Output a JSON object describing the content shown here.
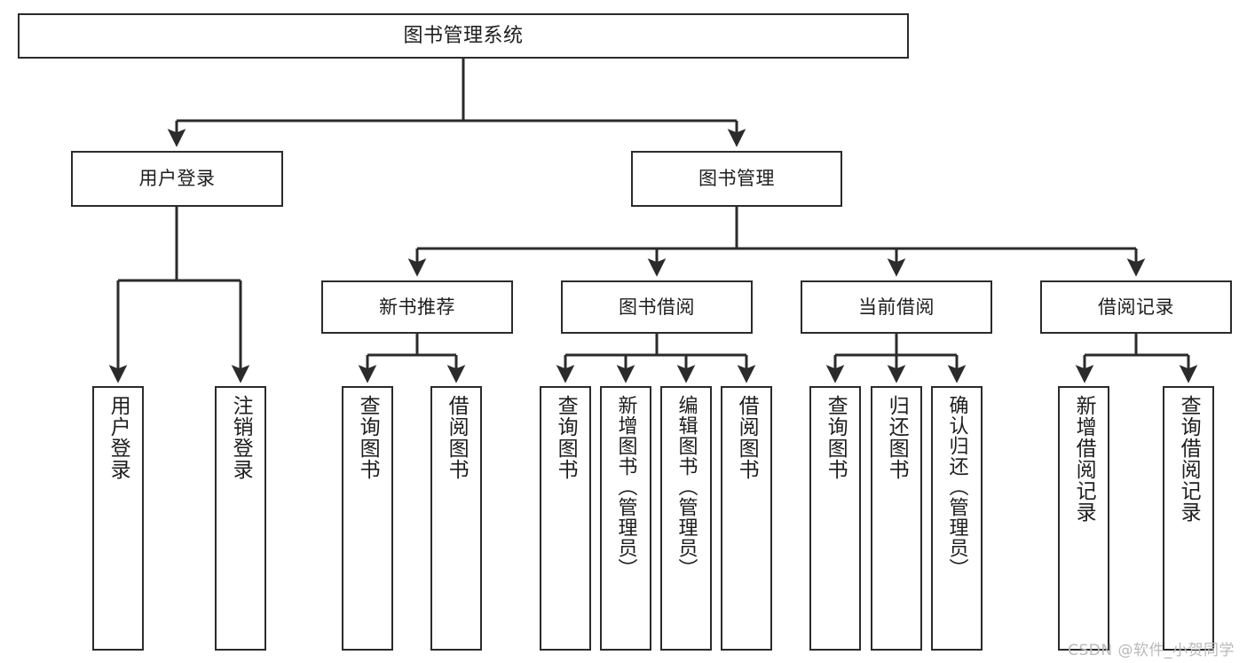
{
  "diagram": {
    "title": "图书管理系统",
    "type": "hierarchy-tree",
    "root": {
      "label": "图书管理系统"
    },
    "level2": [
      {
        "id": "user-login",
        "label": "用户登录"
      },
      {
        "id": "book-manage",
        "label": "图书管理"
      }
    ],
    "level3": [
      {
        "id": "new-book-recommend",
        "label": "新书推荐"
      },
      {
        "id": "book-borrow",
        "label": "图书借阅"
      },
      {
        "id": "current-borrow",
        "label": "当前借阅"
      },
      {
        "id": "borrow-record",
        "label": "借阅记录"
      }
    ],
    "leaves": [
      {
        "id": "leaf-user-login",
        "label": "用户登录",
        "parent": "user-login"
      },
      {
        "id": "leaf-logout-login",
        "label": "注销登录",
        "parent": "user-login"
      },
      {
        "id": "leaf-query-book-1",
        "label": "查询图书",
        "parent": "new-book-recommend"
      },
      {
        "id": "leaf-borrow-book-1",
        "label": "借阅图书",
        "parent": "new-book-recommend"
      },
      {
        "id": "leaf-query-book-2",
        "label": "查询图书",
        "parent": "book-borrow"
      },
      {
        "id": "leaf-add-book",
        "label": "新增图书（管理员）",
        "parent": "book-borrow"
      },
      {
        "id": "leaf-edit-book",
        "label": "编辑图书（管理员）",
        "parent": "book-borrow"
      },
      {
        "id": "leaf-borrow-book-2",
        "label": "借阅图书",
        "parent": "book-borrow"
      },
      {
        "id": "leaf-query-book-3",
        "label": "查询图书",
        "parent": "current-borrow"
      },
      {
        "id": "leaf-return-book",
        "label": "归还图书",
        "parent": "current-borrow"
      },
      {
        "id": "leaf-confirm-return",
        "label": "确认归还（管理员）",
        "parent": "current-borrow"
      },
      {
        "id": "leaf-add-record",
        "label": "新增借阅记录",
        "parent": "borrow-record"
      },
      {
        "id": "leaf-query-record",
        "label": "查询借阅记录",
        "parent": "borrow-record"
      }
    ]
  },
  "watermark": {
    "text": "CSDN @软件_小贺同学"
  },
  "colors": {
    "stroke": "#2b2b2b",
    "background": "#ffffff",
    "text": "#1d1d1d",
    "watermark": "#b9b9b9"
  }
}
